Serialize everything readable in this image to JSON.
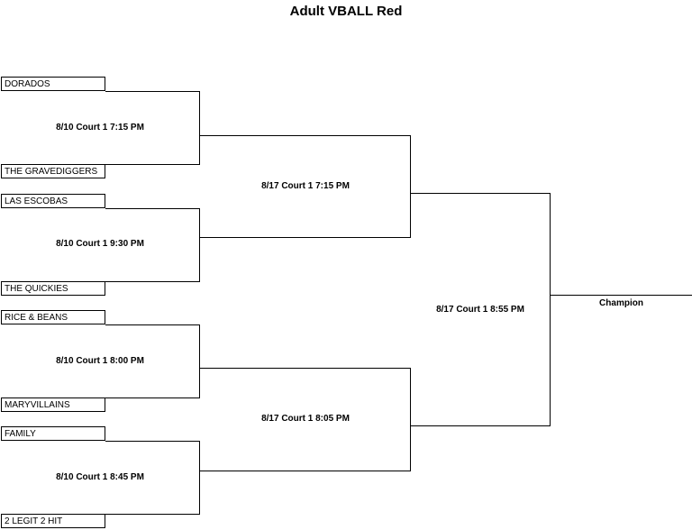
{
  "title": "Adult VBALL Red",
  "teams": [
    "DORADOS",
    "THE GRAVEDIGGERS",
    "LAS ESCOBAS",
    "THE QUICKIES",
    "RICE & BEANS",
    "MARYVILLAINS",
    "FAMILY",
    "2 LEGIT 2 HIT"
  ],
  "round1": [
    "8/10 Court 1 7:15 PM",
    "8/10 Court 1 9:30 PM",
    "8/10 Court 1 8:00 PM",
    "8/10 Court 1 8:45 PM"
  ],
  "semifinals": [
    "8/17 Court 1 7:15 PM",
    "8/17 Court 1 8:05 PM"
  ],
  "final": "8/17 Court 1 8:55 PM",
  "champion_label": "Champion"
}
